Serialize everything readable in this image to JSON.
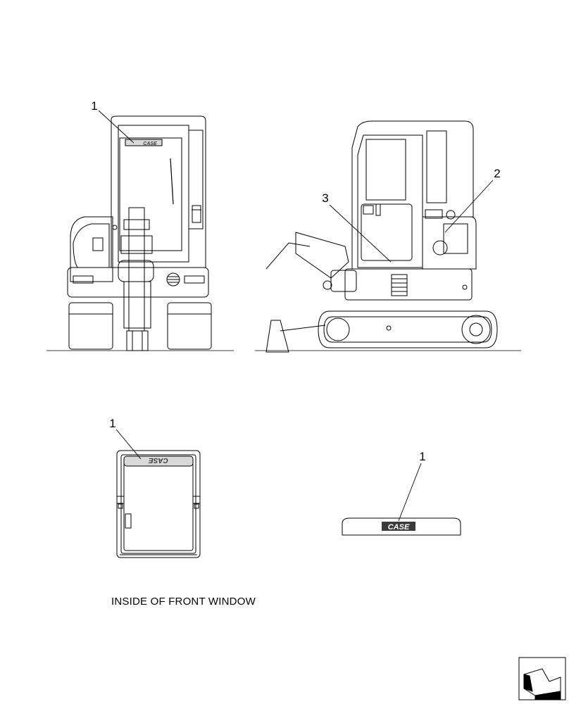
{
  "callouts": {
    "rear_view_item": "1",
    "side_view_item_2": "2",
    "side_view_item_3": "3",
    "window_detail_item": "1",
    "decal_detail_item": "1"
  },
  "logo": {
    "brand": "CASE"
  },
  "captions": {
    "window_detail": "INSIDE OF FRONT WINDOW"
  },
  "icons": {
    "corner": "page-turn-arrow-icon"
  },
  "colors": {
    "line": "#000000",
    "background": "#ffffff",
    "decal_fill": "#d9d9d9",
    "logo_fill": "#3a3a3a"
  }
}
